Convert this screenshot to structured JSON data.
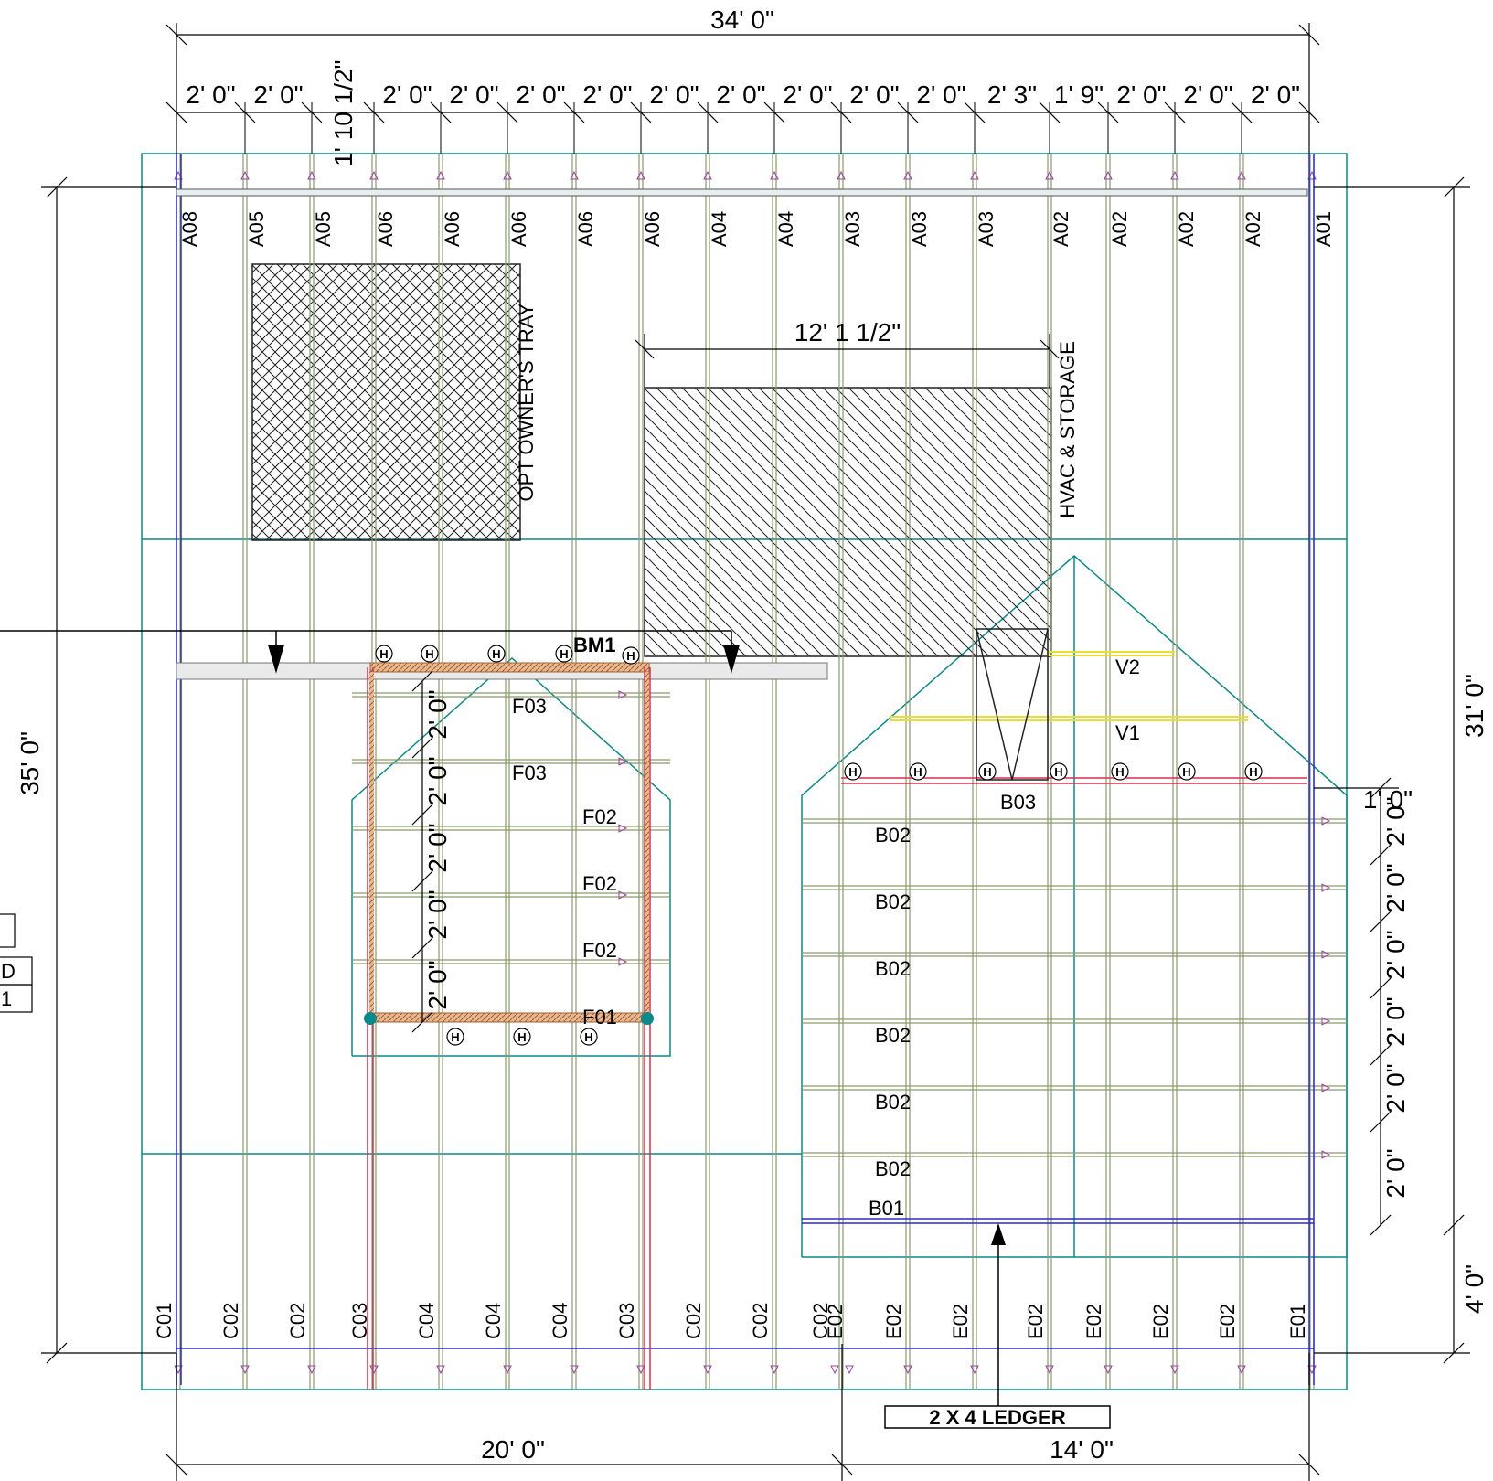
{
  "dimensions": {
    "overall_width": "34' 0\"",
    "top_spacings": [
      "2' 0\"",
      "2' 0\"",
      "1' 10 1/2\"",
      "2' 0\"",
      "2' 0\"",
      "2' 0\"",
      "2' 0\"",
      "2' 0\"",
      "2' 0\"",
      "2' 0\"",
      "2' 0\"",
      "2' 0\"",
      "2' 3\"",
      "1' 9\"",
      "2' 0\"",
      "2' 0\"",
      "2' 0\""
    ],
    "left_height": "35' 0\"",
    "right_height": "31' 0\"",
    "right_small": "4' 0\"",
    "right_overhang": "1' 0\"",
    "hvac_width": "12' 1 1/2\"",
    "bottom_left": "20' 0\"",
    "bottom_right": "14' 0\"",
    "porch_spacings": [
      "2' 0\"",
      "2' 0\"",
      "2' 0\"",
      "2' 0\"",
      "2' 0\""
    ],
    "side_spacings": [
      "2' 0\"",
      "2' 0\"",
      "2' 0\"",
      "2' 0\"",
      "2' 0\"",
      "2' 0\""
    ]
  },
  "top_labels": [
    "A08",
    "A05",
    "A05",
    "A06",
    "A06",
    "A06",
    "A06",
    "A06",
    "A04",
    "A04",
    "A03",
    "A03",
    "A03",
    "A02",
    "A02",
    "A02",
    "A02",
    "A01"
  ],
  "bottom_labels": [
    "C01",
    "C02",
    "C02",
    "C03",
    "C04",
    "C04",
    "C04",
    "C03",
    "C02",
    "C02",
    "C02",
    "E02",
    "E02",
    "E02",
    "E02",
    "E02",
    "E02",
    "E02",
    "E01"
  ],
  "porch_labels": [
    "F03",
    "F03",
    "F02",
    "F02",
    "F02",
    "F01"
  ],
  "garage_labels": [
    "B03",
    "B02",
    "B02",
    "B02",
    "B02",
    "B02",
    "B02",
    "B01"
  ],
  "valley_labels": [
    "V2",
    "V1"
  ],
  "beam_label": "BM1",
  "hanger_symbol": "H",
  "areas": {
    "owners_tray": "OPT OWNER'S TRAY",
    "hvac": "HVAC & STORAGE"
  },
  "ledger": "2 X 4 LEDGER",
  "legend_fragment": [
    "D",
    "1"
  ],
  "colors": {
    "outline": "#0a8a8a",
    "rafter": "#8a9a6a",
    "wall": "#2a2acc",
    "beam": "#d98a5a",
    "red": "#d83050",
    "valley": "#e8e030"
  }
}
